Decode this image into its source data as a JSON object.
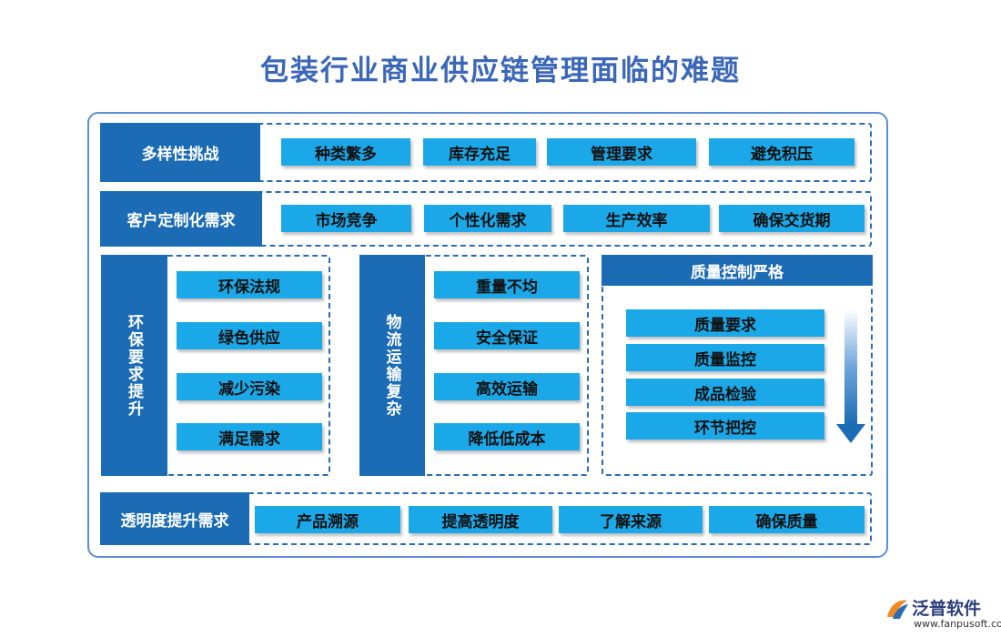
{
  "title": "包装行业商业供应链管理面临的难题",
  "row1": {
    "label": "多样性挑战",
    "items": [
      "种类繁多",
      "库存充足",
      "管理要求",
      "避免积压"
    ]
  },
  "row2": {
    "label": "客户定制化需求",
    "items": [
      "市场竞争",
      "个性化需求",
      "生产效率",
      "确保交货期"
    ]
  },
  "env": {
    "label": "环保要求提升",
    "items": [
      "环保法规",
      "绿色供应",
      "减少污染",
      "满足需求"
    ]
  },
  "logistics": {
    "label": "物流运输复杂",
    "items": [
      "重量不均",
      "安全保证",
      "高效运输",
      "降低低成本"
    ]
  },
  "quality": {
    "label": "质量控制严格",
    "items": [
      "质量要求",
      "质量监控",
      "成品检验",
      "环节把控"
    ]
  },
  "transparency": {
    "label": "透明度提升需求",
    "items": [
      "产品溯源",
      "提高透明度",
      "了解来源",
      "确保质量"
    ]
  },
  "brand": {
    "name": "泛普软件",
    "url": "www.fanpusoft.com"
  },
  "colors": {
    "title": "#3b67b8",
    "label_bg": "#1c6cb5",
    "pill_bg": "#1ba8e8",
    "frame": "#5b8fd6"
  }
}
